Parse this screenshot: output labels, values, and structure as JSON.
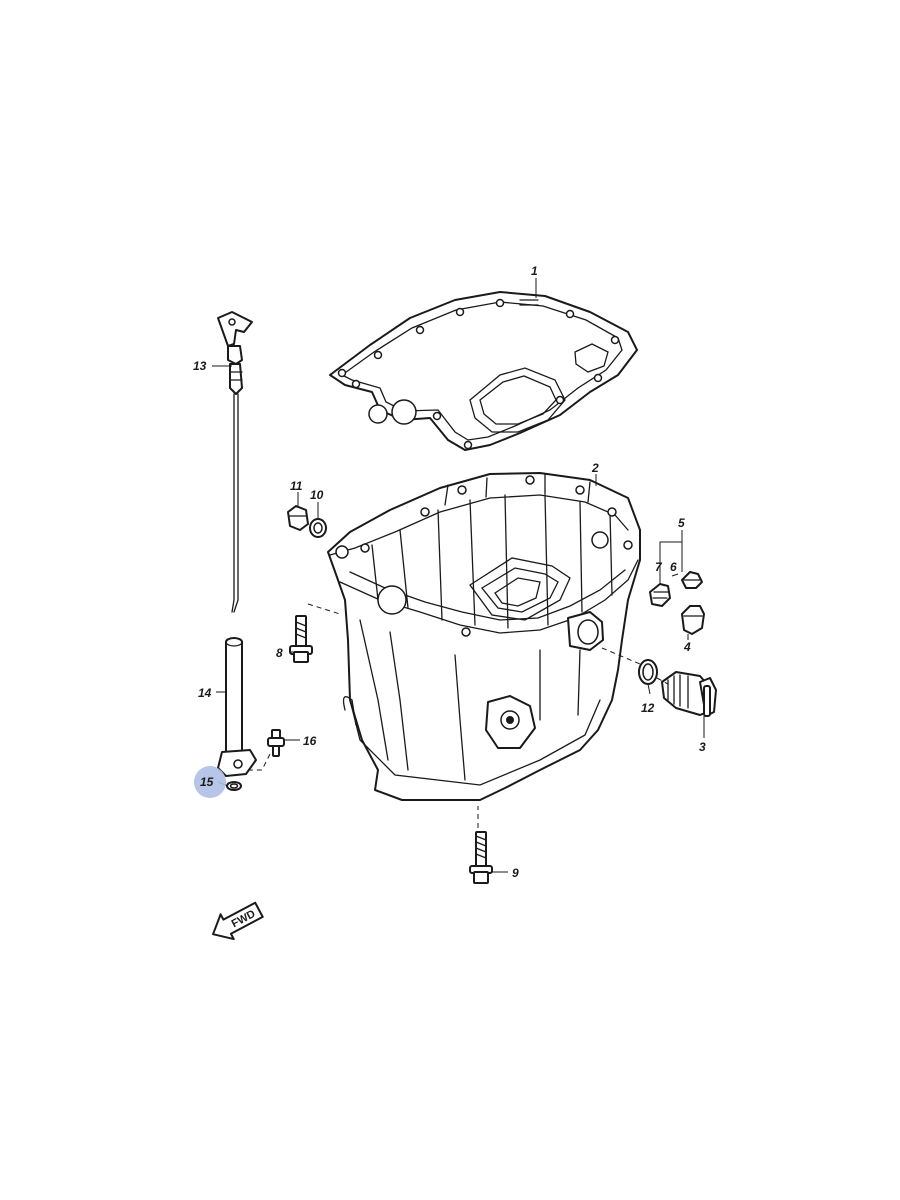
{
  "callouts": [
    {
      "id": "1",
      "text": "1"
    },
    {
      "id": "2",
      "text": "2"
    },
    {
      "id": "3",
      "text": "3"
    },
    {
      "id": "4",
      "text": "4"
    },
    {
      "id": "5",
      "text": "5"
    },
    {
      "id": "6",
      "text": "6"
    },
    {
      "id": "7",
      "text": "7"
    },
    {
      "id": "8",
      "text": "8"
    },
    {
      "id": "9",
      "text": "9"
    },
    {
      "id": "10",
      "text": "10"
    },
    {
      "id": "11",
      "text": "11"
    },
    {
      "id": "12",
      "text": "12"
    },
    {
      "id": "13",
      "text": "13"
    },
    {
      "id": "14",
      "text": "14"
    },
    {
      "id": "15",
      "text": "15"
    },
    {
      "id": "16",
      "text": "16"
    }
  ],
  "highlight": {
    "callout": "15",
    "color": "#aebfe6"
  },
  "fwd_arrow": {
    "label": "FWD"
  },
  "colors": {
    "line": "#1a1a1a",
    "background": "#ffffff"
  }
}
